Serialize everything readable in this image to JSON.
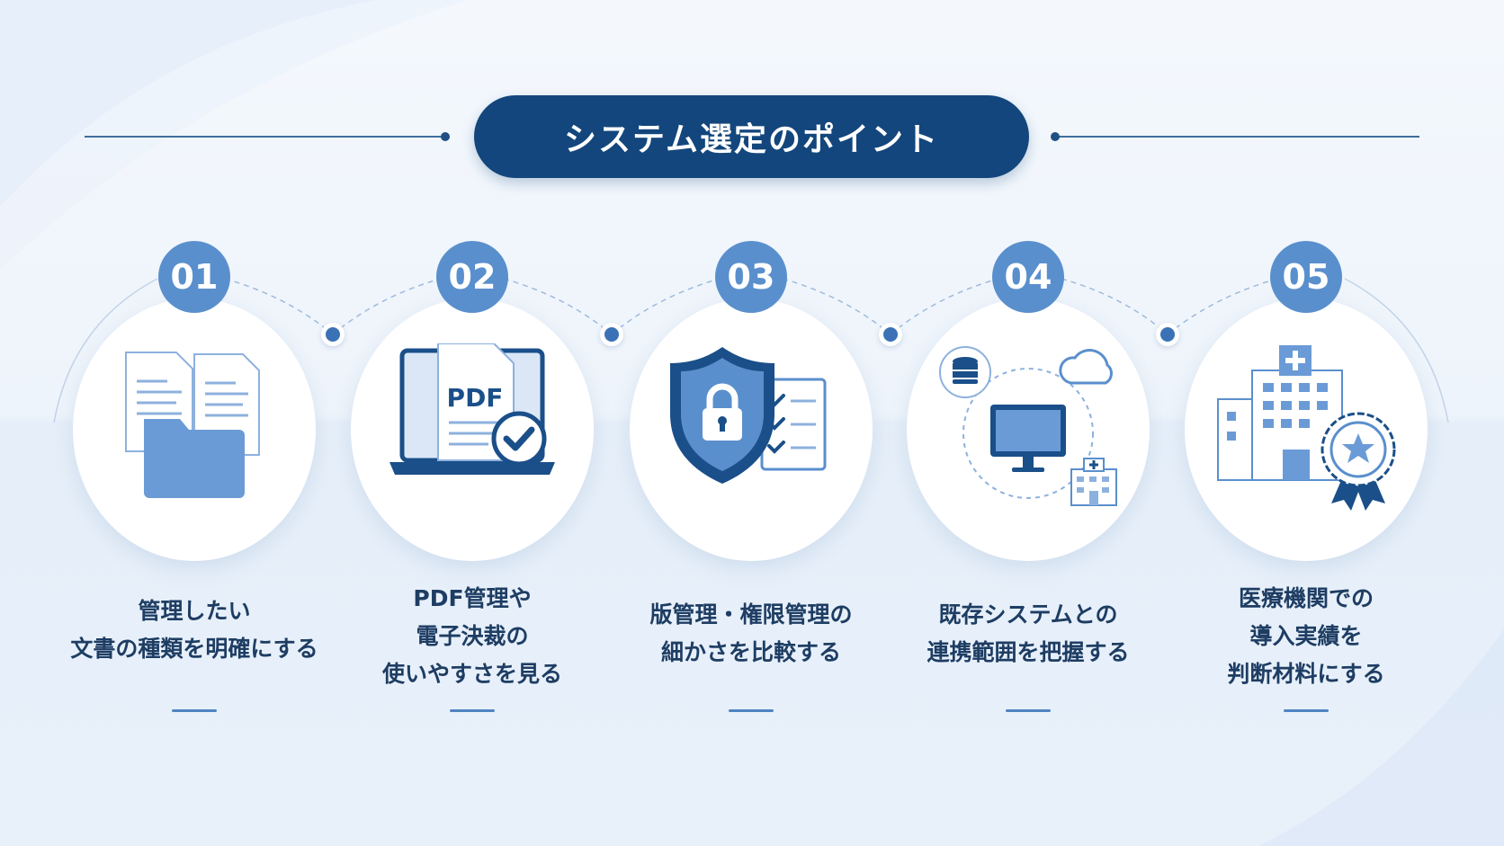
{
  "title": "システム選定のポイント",
  "colors": {
    "primary": "#13467c",
    "badge": "#5a8fcd",
    "icon": "#6b9bd6",
    "text": "#1e3d63"
  },
  "steps": [
    {
      "number": "01",
      "icon": "documents-folder-icon",
      "lines": [
        "管理したい",
        "文書の種類を明確にする"
      ]
    },
    {
      "number": "02",
      "icon": "laptop-pdf-check-icon",
      "pdf_label": "PDF",
      "lines": [
        "PDF管理や",
        "電子決裁の",
        "使いやすさを見る"
      ]
    },
    {
      "number": "03",
      "icon": "shield-lock-checklist-icon",
      "lines": [
        "版管理・権限管理の",
        "細かさを比較する"
      ]
    },
    {
      "number": "04",
      "icon": "system-integration-icon",
      "lines": [
        "既存システムとの",
        "連携範囲を把握する"
      ]
    },
    {
      "number": "05",
      "icon": "hospital-award-icon",
      "lines": [
        "医療機関での",
        "導入実績を",
        "判断材料にする"
      ]
    }
  ]
}
